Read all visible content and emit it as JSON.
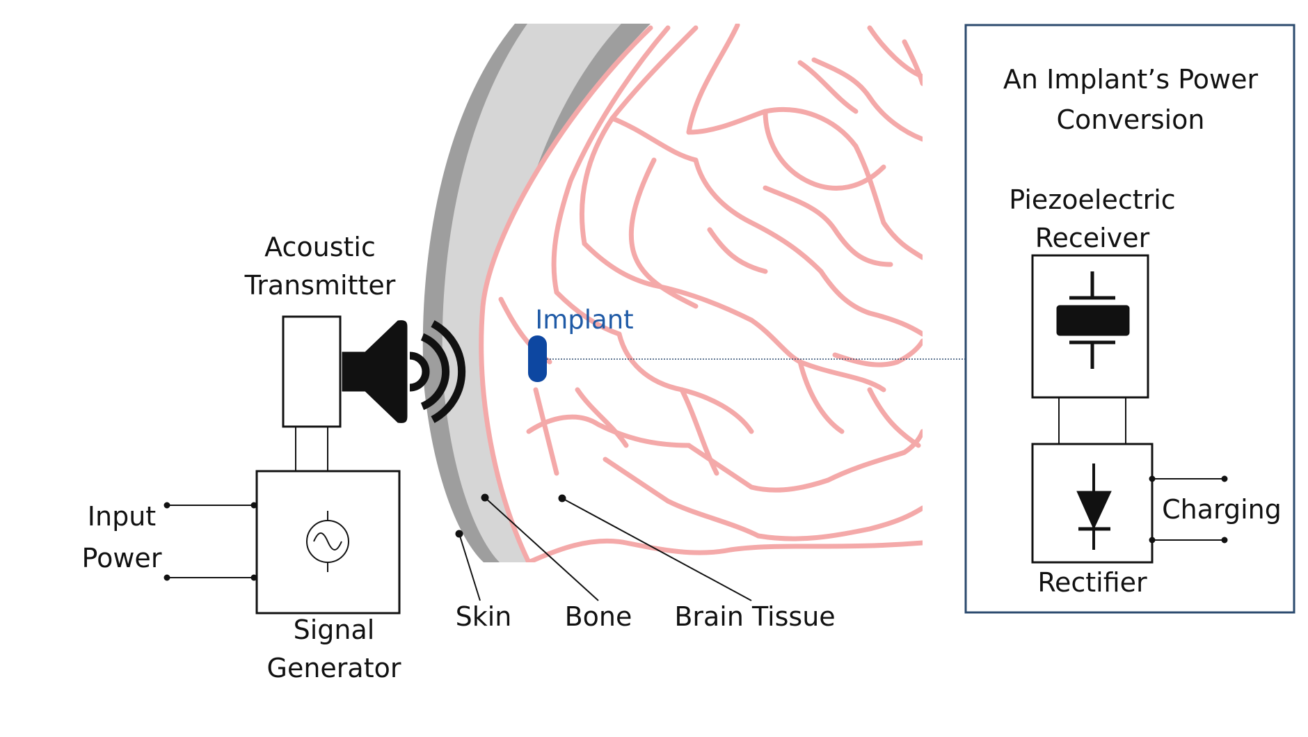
{
  "colors": {
    "skin": "#9e9e9e",
    "bone": "#d6d6d6",
    "vessel": "#f4a9a9",
    "implant": "#0d47a1",
    "implant_label": "#1f5aa6",
    "panel_border": "#2b4a6e",
    "ink": "#111111"
  },
  "transmitter": {
    "title_line1": "Acoustic",
    "title_line2": "Transmitter",
    "speaker_icon": "speaker-waves-icon"
  },
  "signal_generator": {
    "label_line1": "Signal",
    "label_line2": "Generator",
    "symbol": "ac-source-icon"
  },
  "input_power": {
    "line1": "Input",
    "line2": "Power"
  },
  "tissue_labels": {
    "skin": "Skin",
    "bone": "Bone",
    "brain": "Brain Tissue"
  },
  "implant": {
    "label": "Implant"
  },
  "panel": {
    "title_line1": "An Implant’s Power",
    "title_line2": "Conversion",
    "receiver_line1": "Piezoelectric",
    "receiver_line2": "Receiver",
    "receiver_symbol": "piezo-crystal-icon",
    "rectifier_label": "Rectifier",
    "rectifier_symbol": "diode-icon",
    "output_label": "Charging"
  }
}
